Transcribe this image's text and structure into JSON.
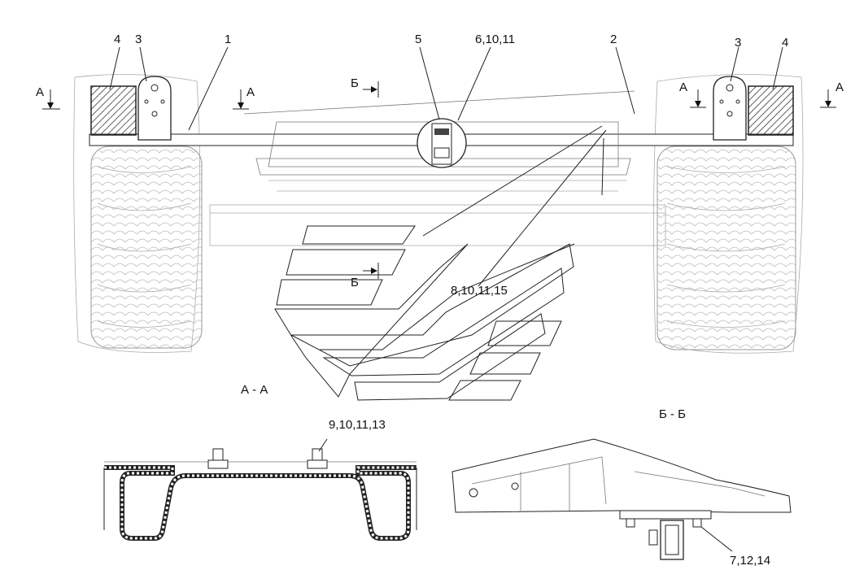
{
  "callouts": {
    "c1": "1",
    "c2": "2",
    "c3_left": "3",
    "c3_right": "3",
    "c4_left": "4",
    "c4_right": "4",
    "c5": "5",
    "c6": "6,10,11",
    "c7": "7,12,14",
    "c8": "8,10,11,15",
    "c9": "9,10,11,13"
  },
  "section_marks": {
    "a1": "А",
    "a2": "А",
    "a3": "А",
    "a4": "А",
    "b1": "Б",
    "b2": "Б"
  },
  "views": {
    "aa": "А - А",
    "bb": "Б - Б"
  }
}
